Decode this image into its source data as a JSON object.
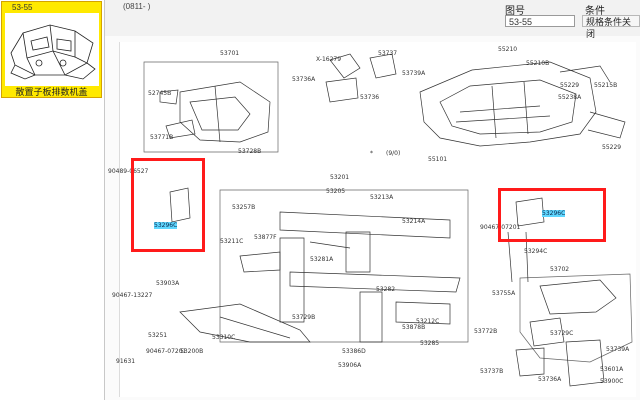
{
  "sidebar": {
    "thumb_code": "53-55",
    "thumb_caption": "散置子板排数机盖"
  },
  "topbar": {
    "header_code": "(0811-   )",
    "figure_label": "图号",
    "condition_label": "条件",
    "figure_value": "53-55",
    "condition_button": "规格条件关闭"
  },
  "diagram": {
    "labels": [
      "53701",
      "52745B",
      "53771B",
      "53728B",
      "53737",
      "X-16279",
      "53739A",
      "53736A",
      "53736",
      "55210",
      "55210B",
      "55229",
      "55215B",
      "55238A",
      "55101",
      "*",
      "(9/0)",
      "53201",
      "53205",
      "53257B",
      "53213A",
      "53211C",
      "53877F",
      "53214A",
      "53281A",
      "53282",
      "53729B",
      "53878B",
      "53212C",
      "53285",
      "53386D",
      "53906A",
      "90467-13227",
      "53903A",
      "90467-07201",
      "53251",
      "53200B",
      "91631",
      "53310C",
      "90489-06527",
      "53296C",
      "90467-07201",
      "53296C",
      "53294C",
      "53702",
      "53755A",
      "53772B",
      "53729C",
      "53739A",
      "53737B",
      "53736A",
      "55229",
      "53601A",
      "53900C"
    ]
  }
}
